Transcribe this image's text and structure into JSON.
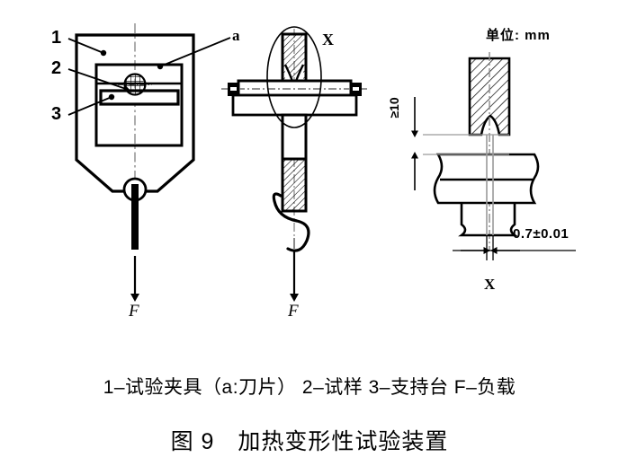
{
  "figure": {
    "number": "图 9",
    "title": "加热变形性试验装置",
    "caption_full": "图 9　加热变形性试验装置",
    "legend_full": "1–试验夹具（a:刀片） 2–试样 3–支持台 F–负载",
    "legend_items": [
      {
        "key": "1",
        "label": "试验夹具（a:刀片）"
      },
      {
        "key": "2",
        "label": "试样"
      },
      {
        "key": "3",
        "label": "支持台"
      },
      {
        "key": "F",
        "label": "负载"
      }
    ]
  },
  "units_note": {
    "label": "单位:",
    "value": "mm",
    "full": "单位: mm"
  },
  "callouts": {
    "one": "1",
    "two": "2",
    "three": "3",
    "blade": "a",
    "detail_mark": "X",
    "detail_title": "X",
    "force_left": "F",
    "force_middle": "F"
  },
  "dimensions": {
    "blade_height": "≥10",
    "blade_thickness": "0.7±0.01"
  },
  "colors": {
    "line": "#000000",
    "background": "#ffffff",
    "centerline": "#7a7a7a",
    "hatch": "#000000"
  },
  "views": [
    {
      "name": "front-view-fixture",
      "description": "试验夹具正面视图"
    },
    {
      "name": "side-view-fixture",
      "description": "试验夹具侧面视图"
    },
    {
      "name": "detail-view-x",
      "description": "X 部放大详图"
    }
  ]
}
